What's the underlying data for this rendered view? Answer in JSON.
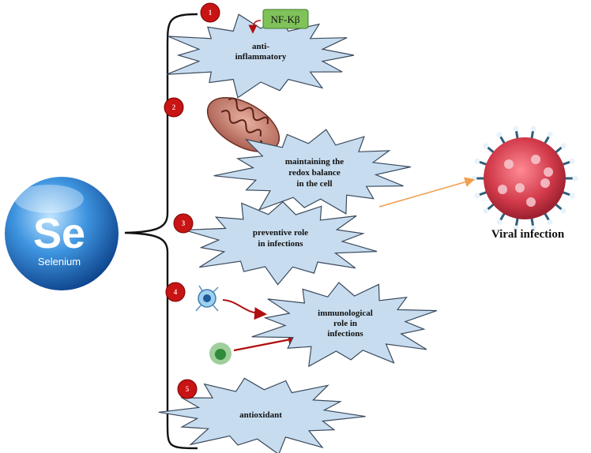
{
  "selenium": {
    "symbol": "Se",
    "name": "Selenium",
    "color": "#1f6fc9"
  },
  "nfkb_label": "NF-Kβ",
  "roles": [
    {
      "number": "1",
      "lines": [
        "anti-",
        "inflammatory"
      ]
    },
    {
      "number": "2",
      "lines": [
        "maintaining the",
        "redox balance",
        "in the cell"
      ]
    },
    {
      "number": "3",
      "lines": [
        "preventive role",
        "in infections"
      ]
    },
    {
      "number": "4",
      "lines": [
        "immunological",
        "role in",
        "infections"
      ]
    },
    {
      "number": "5",
      "lines": [
        "antioxidant"
      ]
    }
  ],
  "virus_label": "Viral infection",
  "colors": {
    "burst_fill": "#c7dcef",
    "badge_red": "#c81414",
    "nfkb_green": "#7fc25a",
    "arrow_red": "#b01010",
    "arrow_orange": "#f0a050",
    "virus_red": "#d23a4a"
  }
}
